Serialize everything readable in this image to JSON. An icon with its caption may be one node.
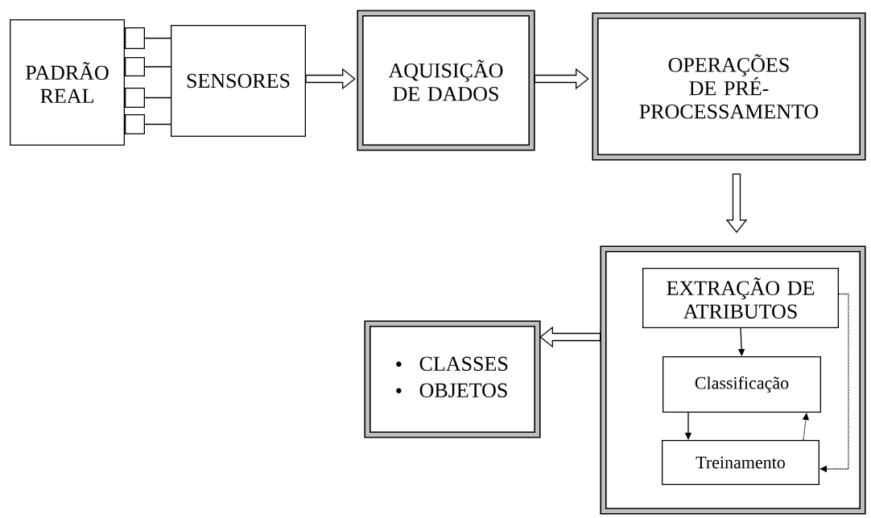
{
  "diagram": {
    "nodes": [
      {
        "text": [
          "PADRÃO REAL"
        ]
      },
      {
        "text": [],
        "shape": "box"
      },
      {
        "text": [],
        "shape": "box"
      },
      {
        "text": [],
        "shape": "box"
      },
      {
        "text": [],
        "shape": "box"
      },
      {
        "text": [
          "SENSORES"
        ]
      },
      {
        "text": [
          "AQUISIÇÃO DE DADOS"
        ]
      },
      {
        "text": [
          "OPERAÇÕES DE PRÉ-PROCESSAMENTO"
        ]
      },
      {
        "text": [],
        "shape": "box"
      },
      {
        "text": [
          "EXTRAÇÃO DE ATRIBUTOS"
        ],
        "in": 8
      },
      {
        "text": [
          "Classificação"
        ],
        "in": 8
      },
      {
        "text": [
          "Treinamento"
        ],
        "in": 8
      },
      {
        "text": [
          "CLASSES",
          "OBJETOS"
        ]
      }
    ],
    "edges": [
      {
        "from": 1,
        "to": 5,
        "arrow": "none"
      },
      {
        "from": 2,
        "to": 5,
        "arrow": "none"
      },
      {
        "from": 3,
        "to": 5,
        "arrow": "none"
      },
      {
        "from": 4,
        "to": 5,
        "arrow": "none"
      },
      {
        "from": 5,
        "to": 6,
        "arrow": "to"
      },
      {
        "from": 6,
        "to": 7,
        "arrow": "to"
      },
      {
        "from": 7,
        "to": 8,
        "arrow": "to"
      },
      {
        "from": 8,
        "to": 12,
        "arrow": "to"
      },
      {
        "from": 9,
        "to": 10,
        "arrow": "to"
      },
      {
        "from": 10,
        "to": 11,
        "arrow": "to"
      },
      {
        "from": 11,
        "to": 10,
        "arrow": "to",
        "style": "dashed"
      },
      {
        "from": 9,
        "to": 11,
        "arrow": "to",
        "style": "dashed"
      }
    ]
  }
}
